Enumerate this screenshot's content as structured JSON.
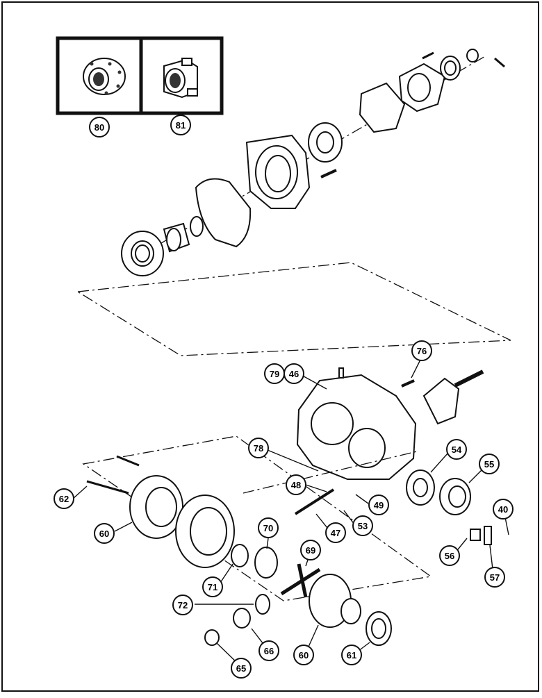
{
  "diagram": {
    "callouts": [
      {
        "id": "c80",
        "label": "80"
      },
      {
        "id": "c81",
        "label": "81"
      },
      {
        "id": "c76",
        "label": "76"
      },
      {
        "id": "c79",
        "label": "79"
      },
      {
        "id": "c46",
        "label": "46"
      },
      {
        "id": "c78",
        "label": "78"
      },
      {
        "id": "c54",
        "label": "54"
      },
      {
        "id": "c55",
        "label": "55"
      },
      {
        "id": "c48",
        "label": "48"
      },
      {
        "id": "c49",
        "label": "49"
      },
      {
        "id": "c62",
        "label": "62"
      },
      {
        "id": "c47",
        "label": "47"
      },
      {
        "id": "c53",
        "label": "53"
      },
      {
        "id": "c40",
        "label": "40"
      },
      {
        "id": "c60a",
        "label": "60"
      },
      {
        "id": "c70",
        "label": "70"
      },
      {
        "id": "c69",
        "label": "69"
      },
      {
        "id": "c56",
        "label": "56"
      },
      {
        "id": "c57",
        "label": "57"
      },
      {
        "id": "c71",
        "label": "71"
      },
      {
        "id": "c72",
        "label": "72"
      },
      {
        "id": "c66",
        "label": "66"
      },
      {
        "id": "c60b",
        "label": "60"
      },
      {
        "id": "c61",
        "label": "61"
      },
      {
        "id": "c65",
        "label": "65"
      }
    ]
  }
}
